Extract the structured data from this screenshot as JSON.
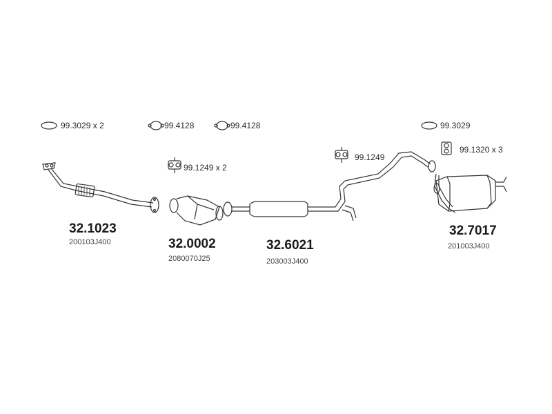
{
  "accessories": {
    "gasket_a": "99.3029 x 2",
    "gasket_b": "99.4128",
    "gasket_c": "99.4128",
    "gasket_d": "99.3029",
    "hanger_a": "99.1249 x 2",
    "hanger_b": "99.1249",
    "hanger_c": "99.1320 x 3"
  },
  "parts": [
    {
      "number": "32.1023",
      "oem": "200103J400"
    },
    {
      "number": "32.0002",
      "oem": "2080070J25"
    },
    {
      "number": "32.6021",
      "oem": "203003J400"
    },
    {
      "number": "32.7017",
      "oem": "201003J400"
    }
  ]
}
